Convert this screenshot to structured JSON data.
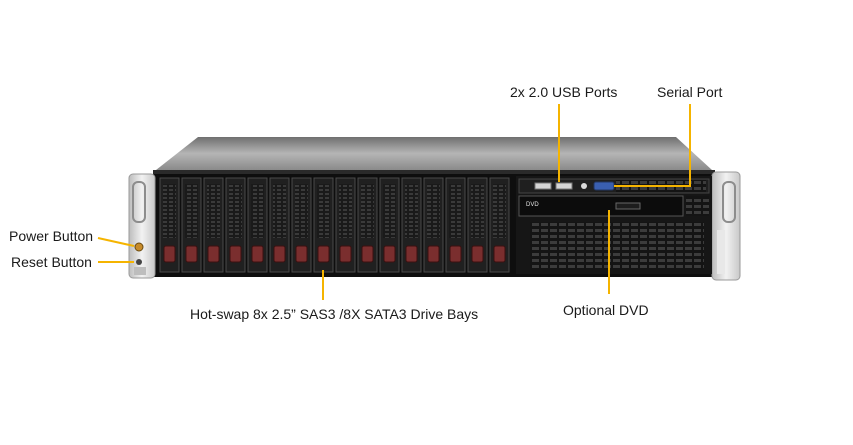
{
  "callouts": {
    "usb_ports": "2x 2.0 USB Ports",
    "serial_port": "Serial Port",
    "power_button": "Power Button",
    "reset_button": "Reset Button",
    "drive_bays": "Hot-swap  8x 2.5” SAS3 /8X SATA3 Drive Bays",
    "optional_dvd": "Optional DVD"
  },
  "drive_bay_count": 16,
  "colors": {
    "callout_line": "#f5b400",
    "chassis_front": "#111111",
    "chassis_top": "#8c8c8c",
    "ear": "#d9d9d9",
    "drive_latch": "#7a2e2e",
    "vga_port": "#3a5fb0"
  }
}
